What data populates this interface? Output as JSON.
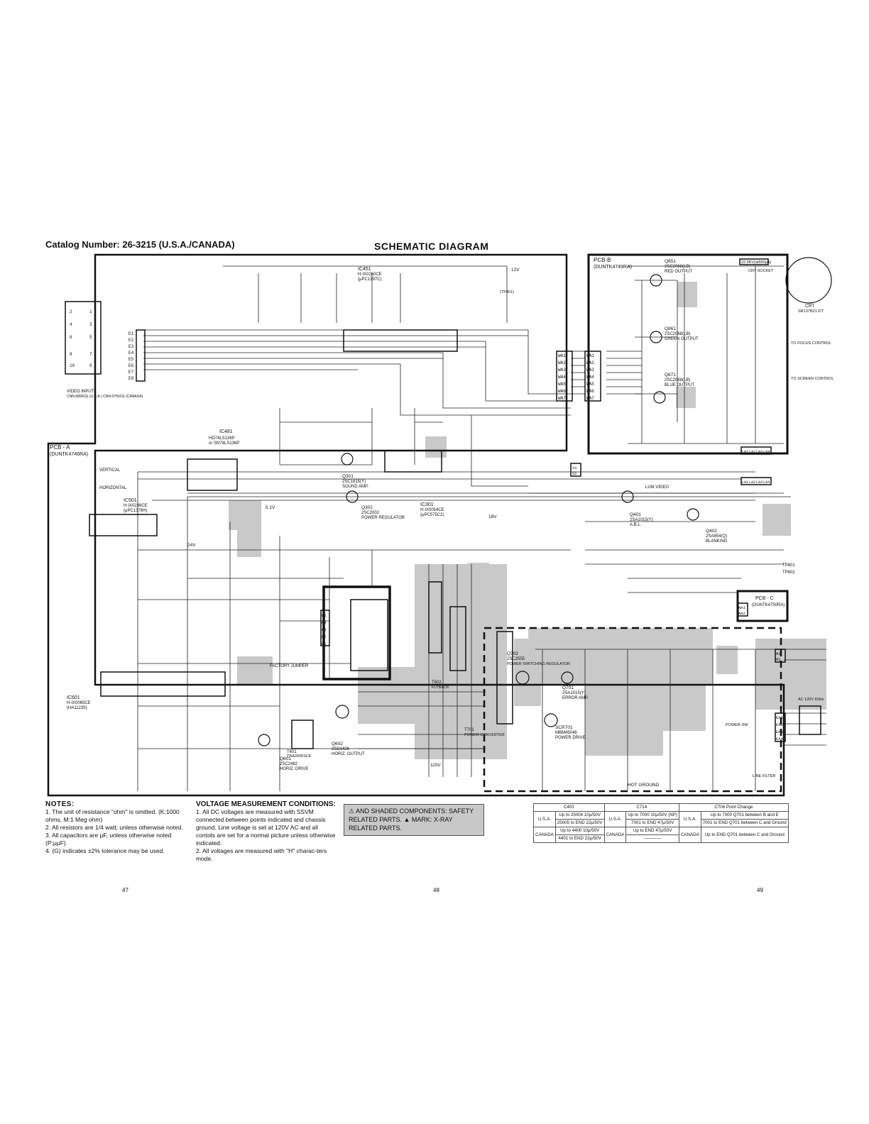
{
  "header": {
    "catalog_label": "Catalog Number: 26-3215 (U.S.A./CANADA)",
    "diagram_title": "SCHEMATIC DIAGRAM"
  },
  "boards": {
    "pcb_a": "PCB - A",
    "pcb_a_part": "(DUNTK4746RA)",
    "pcb_b": "PCB-B",
    "pcb_b_part": "(DUNTK4749RA)",
    "pcb_c": "PCB - C",
    "pcb_c_part": "(DUNTK4750RA)"
  },
  "components": {
    "ic451": "IC451",
    "ic451_part": "H-IX0260CE",
    "ic451_alt": "(μPC1397C)",
    "ic481": "IC481",
    "ic481_part": "HD74LS136P",
    "ic481_alt": "or SN74LS136P",
    "ic501": "IC501",
    "ic501_part": "H-IX0236CE",
    "ic501_alt": "(μPC1378H)",
    "ic601": "IC601",
    "ic601_part": "H-IX0065CE",
    "ic601_alt": "(HA11235)",
    "ic301": "IC301",
    "ic301_part": "H-IX0054CE",
    "ic301_alt": "(μPC575C2)",
    "q301": "Q301",
    "q301_part": "2SC1815(Y)",
    "q301_fn": "SOUND AMP.",
    "q302": "Q302",
    "q302_part": "2SC2002",
    "q302_fn": "POWER REGULATOR",
    "q401": "Q401",
    "q401_part": "2SA1015(Y)",
    "q401_fn": "A.B.L.",
    "q402": "Q402",
    "q402_part": "2SA854(Q)",
    "q402_fn": "BLANKING",
    "q601": "Q601",
    "q601_part": "2SC2482",
    "q601_fn": "HORIZ. DRIVE",
    "q602": "Q602",
    "q602_part": "2SD1426",
    "q602_fn": "HORIZ. OUTPUT",
    "q701": "Q701",
    "q701_part": "2SA1015(Y)",
    "q701_fn": "ERROR AMP.",
    "q702": "Q702",
    "q702_part": "2SC2555",
    "q702_fn": "POWER SWITCHING REGULATOR",
    "scr701": "SCR701",
    "scr701_part": "MBM45046",
    "scr701_fn": "POWER DRIVE",
    "q851": "Q851",
    "q851_part": "2SC2068(LB)",
    "q851_fn": "RED OUTPUT",
    "q861": "Q861",
    "q861_part": "2SC2068(LB)",
    "q861_fn": "GREEN OUTPUT",
    "q871": "Q871",
    "q871_part": "2SC2068(LB)",
    "q871_fn": "BLUE OUTPUT",
    "t602": "T602",
    "t602_fn": "FLYBACK",
    "t701": "T701",
    "t701_fn": "POWER CONVERTER",
    "t601": "T601",
    "t601_part": "TRA2005SCE",
    "crt": "CRT",
    "crt_part": "SR137BZ1-DT",
    "crt_socket": "CRT SOCKET",
    "hv_label": "22.0KV(at550μA)",
    "video_input": "VIDEO INPUT",
    "video_input_parts": "CNN-0895CE (U.S.A.) CNN-0756CE (CANADA)",
    "tp_focus": "TO FOCUS CONTROL",
    "tp_screen": "TO SCREEN CONTROL",
    "vertical": "VERTICAL",
    "horizontal": "HORIZONTAL",
    "lum_video": "LUM.VIDEO",
    "hot_ground": "HOT GROUND",
    "factory_jumper": "FACTORY JUMPER",
    "line_filter": "LINE FILTER",
    "power_sw": "POWER-SW",
    "ac_plug": "AC 120V 60Hz",
    "v12": "12V",
    "v18": "18V",
    "v24": "24V",
    "v5": "5.1V",
    "v115": "115V",
    "tp601": "TP601",
    "tp602": "TP602",
    "tp451": "(TP451)"
  },
  "connectors": {
    "e": [
      "E1",
      "E2",
      "E3",
      "E4",
      "E5",
      "E6",
      "E7",
      "E8"
    ],
    "wa": [
      "WA1",
      "WA2",
      "WA3",
      "WA4",
      "WA5",
      "WA6",
      "WA7"
    ],
    "la": [
      "LA1",
      "LA2",
      "LA3",
      "LA4"
    ],
    "s": [
      "S1",
      "S2"
    ],
    "k": [
      "K5",
      "K4",
      "K3",
      "K2",
      "K1"
    ],
    "na": [
      "NA1",
      "NA2"
    ],
    "m": [
      "M1",
      "M2"
    ],
    "ea": [
      "EA1",
      "EA2",
      "EA3",
      "EA4"
    ],
    "video_pins_left": [
      "2",
      "4",
      "6",
      "8",
      "10"
    ],
    "video_pins_right": [
      "1",
      "3",
      "5",
      "7",
      "9"
    ]
  },
  "notes": {
    "heading": "NOTES:",
    "items": [
      "1. The unit of resistance \"ohm\" is omitted. (K:1000 ohms, M:1 Meg ohm)",
      "2. All resistors are 1/4 watt, unless otherwise noted.",
      "3. All capacitors are μF, unless otherwise noted (P:μμF)",
      "4. (G) indicates ±2% tolerance may be used."
    ]
  },
  "voltage_conditions": {
    "heading": "VOLTAGE MEASUREMENT CONDITIONS:",
    "items": [
      "1. All DC voltages are measured with SSVM connected between points indicated and chassis ground. Line voltage is set at 120V AC and all contols are set for a normal picture unless otherwise indicated.",
      "2. All voltages are measured with \"H\" charac-ters mode."
    ]
  },
  "safety_note": "⚠ AND SHADED COMPONENTS: SAFETY RELATED PARTS. ▲ MARK: X-RAY RELATED PARTS.",
  "cap_table": {
    "headers": [
      "C403",
      "C714",
      "C706 Point Change"
    ],
    "rows": [
      [
        "U.S.A.",
        "Up to 25004 10μ/50V",
        "U.S.A.",
        "Up to 7000 10μ/50V (NP)",
        "U.S.A.",
        "Up to 7000 Q701 between B and E"
      ],
      [
        "",
        "25005 to END 22μ/50V",
        "",
        "7001 to END 47μ/50V",
        "",
        "7001 to END Q701 between C and Ground"
      ],
      [
        "CANADA",
        "Up to 4400 10μ/50V",
        "CANADA",
        "Up to END 47μ/50V",
        "CANADA",
        "Up to END Q701 between C and Ground"
      ],
      [
        "",
        "4401 to END 22μ/50V",
        "",
        "————",
        "",
        ""
      ]
    ]
  },
  "pages": [
    "47",
    "48",
    "49"
  ]
}
